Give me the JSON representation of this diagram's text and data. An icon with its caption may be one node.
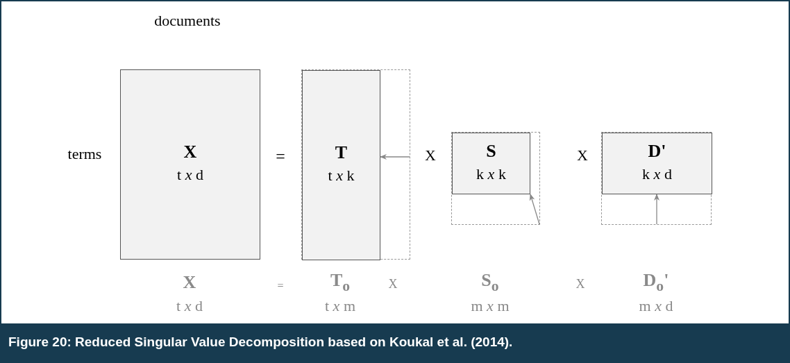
{
  "diagram": {
    "caption": "Figure 20: Reduced Singular Value Decomposition based on Koukal et al. (2014).",
    "nodes": [
      {
        "text": [
          "X",
          "t *x* d"
        ]
      },
      {
        "text": [],
        "shape": "box"
      },
      {
        "text": [
          "T",
          "t *x* k"
        ],
        "in": 1
      },
      {
        "text": [],
        "shape": "box"
      },
      {
        "text": [
          "S",
          "k *x* k"
        ],
        "in": 3
      },
      {
        "text": [],
        "shape": "box"
      },
      {
        "text": [
          "D'",
          "k *x* d"
        ],
        "in": 5
      }
    ],
    "edges": [
      {
        "from": 1,
        "to": 2,
        "arrow": "to"
      },
      {
        "from": 3,
        "to": 4,
        "arrow": "to"
      },
      {
        "from": 5,
        "to": 6,
        "arrow": "to"
      }
    ],
    "labels": [
      "documents",
      "terms",
      "=",
      "X",
      "X",
      "X",
      "=",
      "T$_{o}$",
      "X",
      "S$_{o}$",
      "X",
      "D$_{o}$'",
      "t *x* d",
      "t *x* m",
      "m *x* m",
      "m *x* d"
    ]
  }
}
